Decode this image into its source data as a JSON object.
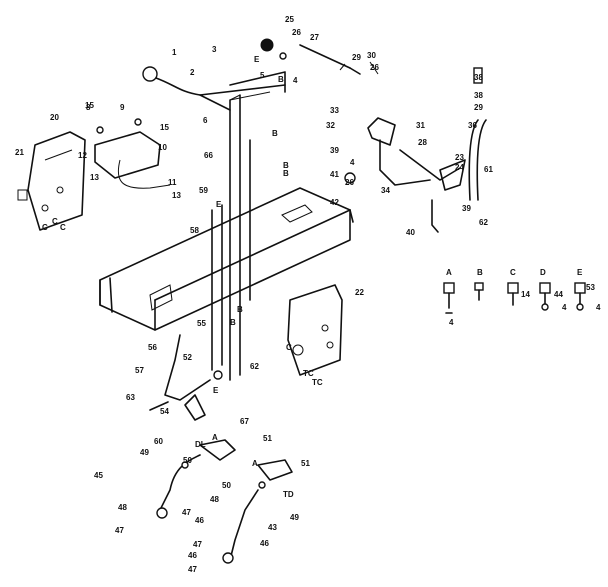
{
  "callouts": {
    "p1": "1",
    "p2": "2",
    "p3": "3",
    "p4": "4",
    "p4b": "4",
    "p4c": "4",
    "p5": "5",
    "p6": "6",
    "p8": "8",
    "p9": "9",
    "p10": "10",
    "p11": "11",
    "p12": "12",
    "p13": "13",
    "p13b": "13",
    "p15": "15",
    "p15b": "15",
    "p20": "20",
    "p21": "21",
    "p22": "22",
    "p23": "23",
    "p24": "24",
    "p25": "25",
    "p26": "26",
    "p26b": "26",
    "p26c": "26",
    "p27": "27",
    "p28": "28",
    "p29": "29",
    "p29b": "29",
    "p30": "30",
    "p31": "31",
    "p32": "32",
    "p33": "33",
    "p34": "34",
    "p36": "36",
    "p38": "38",
    "p38b": "38",
    "p39": "39",
    "p39b": "39",
    "p40": "40",
    "p41": "41",
    "p42": "42",
    "p43": "43",
    "p45": "45",
    "p46": "46",
    "p46b": "46",
    "p46c": "46",
    "p47": "47",
    "p47b": "47",
    "p47c": "47",
    "p47d": "47",
    "p48": "48",
    "p48b": "48",
    "p49": "49",
    "p49b": "49",
    "p50": "50",
    "p50b": "50",
    "p51": "51",
    "p51b": "51",
    "p52": "52",
    "p53": "53",
    "p54": "54",
    "p55": "55",
    "p56": "56",
    "p57": "57",
    "p58": "58",
    "p59": "59",
    "p60": "60",
    "p61": "61",
    "p62": "62",
    "p62b": "62",
    "p63": "63",
    "p66": "66",
    "p67": "67"
  },
  "letters": {
    "a1": "A",
    "a2": "A",
    "a3": "A",
    "b1": "B",
    "b2": "B",
    "b3": "B",
    "b4": "B",
    "b5": "B",
    "b6": "B",
    "b7": "B",
    "c1": "C",
    "c2": "C",
    "c3": "C",
    "c4": "C",
    "c5": "C",
    "tc1": "TC",
    "tc2": "TC",
    "td1": "TD",
    "dl1": "DL",
    "e1": "E",
    "e2": "E",
    "e3": "E",
    "e4": "E"
  },
  "hardware_legend": {
    "letters": [
      "A",
      "B",
      "C",
      "D",
      "E"
    ],
    "callouts": {
      "a_nut": "4",
      "c_num": "14",
      "d_num": "44",
      "d_nut": "4",
      "e_num": "53",
      "e_nut": "4"
    }
  }
}
